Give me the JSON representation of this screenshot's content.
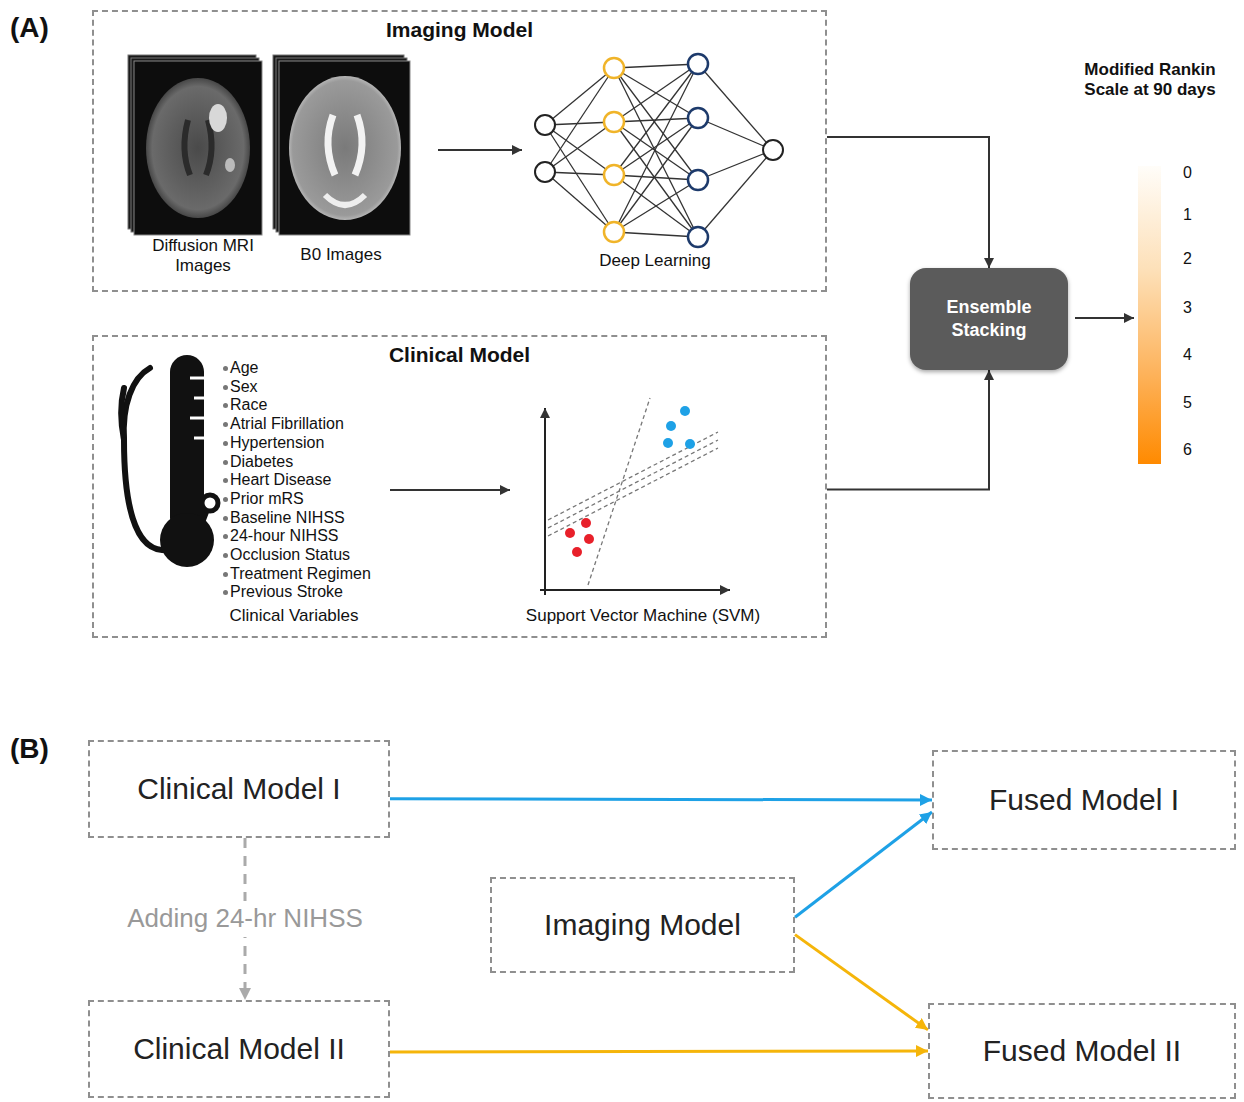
{
  "diagram": {
    "nodes": [
      {
        "text": [
          "Imaging Model"
        ]
      },
      {
        "text": [
          "Clinical Model"
        ]
      },
      {
        "text": [
          "Ensemble Stacking"
        ]
      },
      {
        "text": [
          "Clinical Model I"
        ]
      },
      {
        "text": [
          "Fused Model I"
        ]
      },
      {
        "text": [
          "Imaging Model"
        ]
      },
      {
        "text": [
          "Clinical Model II"
        ]
      },
      {
        "text": [
          "Fused Model II"
        ]
      }
    ],
    "edges": [
      {
        "from": 0,
        "to": 2,
        "arrow": "to"
      },
      {
        "from": 1,
        "to": 2,
        "arrow": "to"
      },
      {
        "from": 3,
        "to": 4,
        "arrow": "to"
      },
      {
        "from": 5,
        "to": 4,
        "arrow": "to"
      },
      {
        "from": 5,
        "to": 7,
        "arrow": "to"
      },
      {
        "from": 6,
        "to": 7,
        "arrow": "to"
      },
      {
        "from": 3,
        "to": 6,
        "label": "Adding 24-hr NIHSS",
        "arrow": "to"
      }
    ],
    "labels": [
      "(A)",
      "Diffusion MRI Images",
      "B0 Images",
      "Deep Learning",
      "Age",
      "Sex",
      "Race",
      "Atrial Fibrillation",
      "Hypertension",
      "Diabetes",
      "Heart Disease",
      "Prior mRS",
      "Baseline NIHSS",
      "24-hour NIHSS",
      "Occlusion Status",
      "Treatment Regimen",
      "Previous Stroke",
      "Clinical Variables",
      "Support Vector Machine (SVM)",
      "Modified Rankin Scale at 90 days",
      "0",
      "1",
      "2",
      "3",
      "4",
      "5",
      "6",
      "(B)"
    ]
  }
}
